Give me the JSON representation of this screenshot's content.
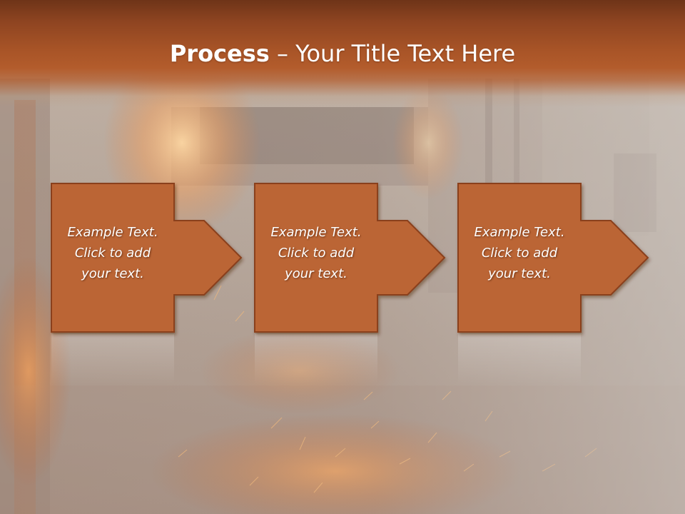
{
  "slide": {
    "title_bold": "Process",
    "title_separator": " – ",
    "title_rest": "Your Title Text Here"
  },
  "steps": [
    {
      "lines": [
        "Example Text.",
        "Click  to add",
        "your text."
      ]
    },
    {
      "lines": [
        "Example Text.",
        "Click  to add",
        "your text."
      ]
    },
    {
      "lines": [
        "Example Text.",
        "Click  to add",
        "your text."
      ]
    }
  ],
  "colors": {
    "box_fill": "#bb6535",
    "box_border": "#8a3f1e",
    "title_band": "#a85427",
    "text": "#ffffff"
  }
}
